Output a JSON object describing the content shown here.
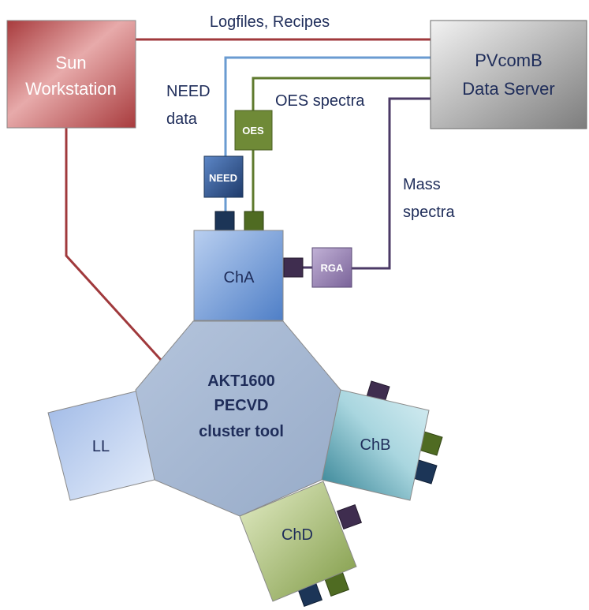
{
  "nodes": {
    "sun_workstation": [
      "Sun",
      "Workstation"
    ],
    "pvcomb_server": [
      "PVcomB",
      "Data Server"
    ],
    "need_module": "NEED",
    "oes_module": "OES",
    "rga_module": "RGA",
    "chamber_a": "ChA",
    "chamber_b": "ChB",
    "chamber_d": "ChD",
    "load_lock": "LL",
    "cluster_tool": [
      "AKT1600",
      "PECVD",
      "cluster tool"
    ]
  },
  "edges": {
    "logfiles_recipes": "Logfiles, Recipes",
    "need_data": [
      "NEED",
      "data"
    ],
    "oes_spectra": "OES spectra",
    "mass_spectra": [
      "Mass",
      "spectra"
    ]
  },
  "colors": {
    "red_line": "#a0393c",
    "blue_line": "#6a9bd1",
    "green_line": "#5f7a2e",
    "purple_line": "#4b3a66",
    "label_text": "#1f2d5a",
    "dark_navy_port": "#1c3557",
    "green_port": "#4f6b22",
    "purple_port": "#3f2d4f"
  }
}
